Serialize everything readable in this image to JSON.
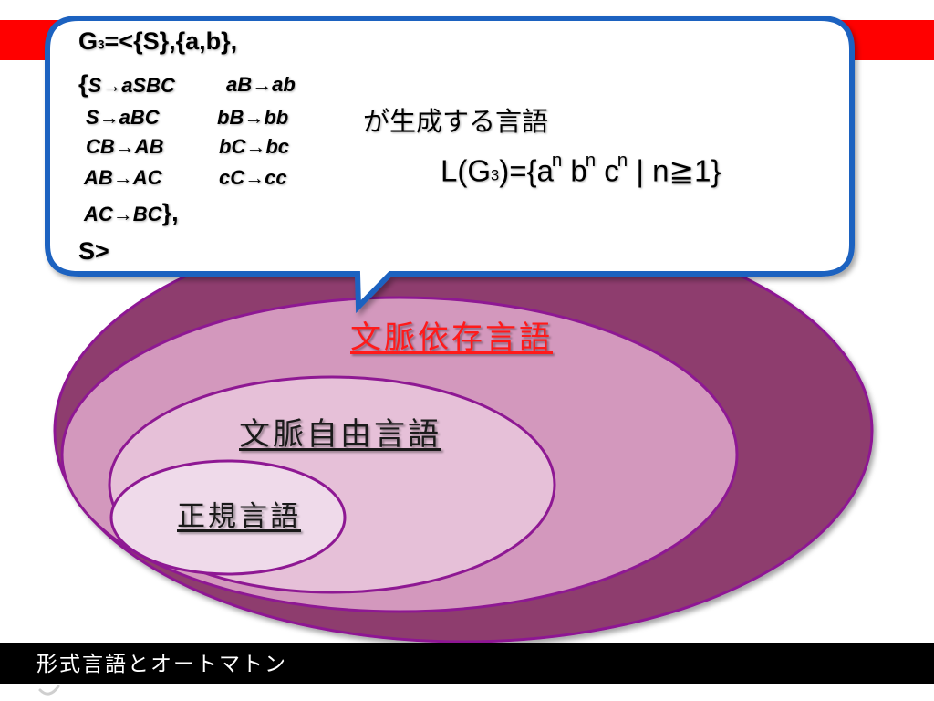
{
  "diagram": {
    "context_sensitive_label": "文脈依存言語",
    "context_free_label": "文脈自由言語",
    "regular_label": "正規言語"
  },
  "callout": {
    "grammar_title_prefix": "G",
    "grammar_title_sub": "3",
    "grammar_title_rest": "=<{S},{a,b},",
    "rules_open": "{",
    "rules": [
      {
        "left": "S→aSBC",
        "right": "aB→ab"
      },
      {
        "left": "S→aBC",
        "right": "bB→bb"
      },
      {
        "left": "CB→AB",
        "right": "bC→bc"
      },
      {
        "left": "AB→AC",
        "right": "cC→cc"
      }
    ],
    "last_rule": "AC→BC",
    "rules_close": "},",
    "grammar_end": "S>",
    "generates_text": "が生成する言語",
    "language": {
      "prefix": "L(G",
      "sub": "3",
      "mid": ")={a",
      "exp": "n",
      "b": " b",
      "c": " c",
      "tail": " | n≧1}"
    }
  },
  "footer": {
    "title": "形式言語とオートマトン"
  },
  "colors": {
    "red_band": "#ff0000",
    "outer_ellipse": "#8e3d6e",
    "second_ellipse": "#d398bd",
    "third_ellipse": "#e6c0d8",
    "inner_ellipse": "#efdaea",
    "ellipse_stroke": "#8e1893",
    "callout_border": "#1e62c0",
    "footer": "#000000"
  }
}
